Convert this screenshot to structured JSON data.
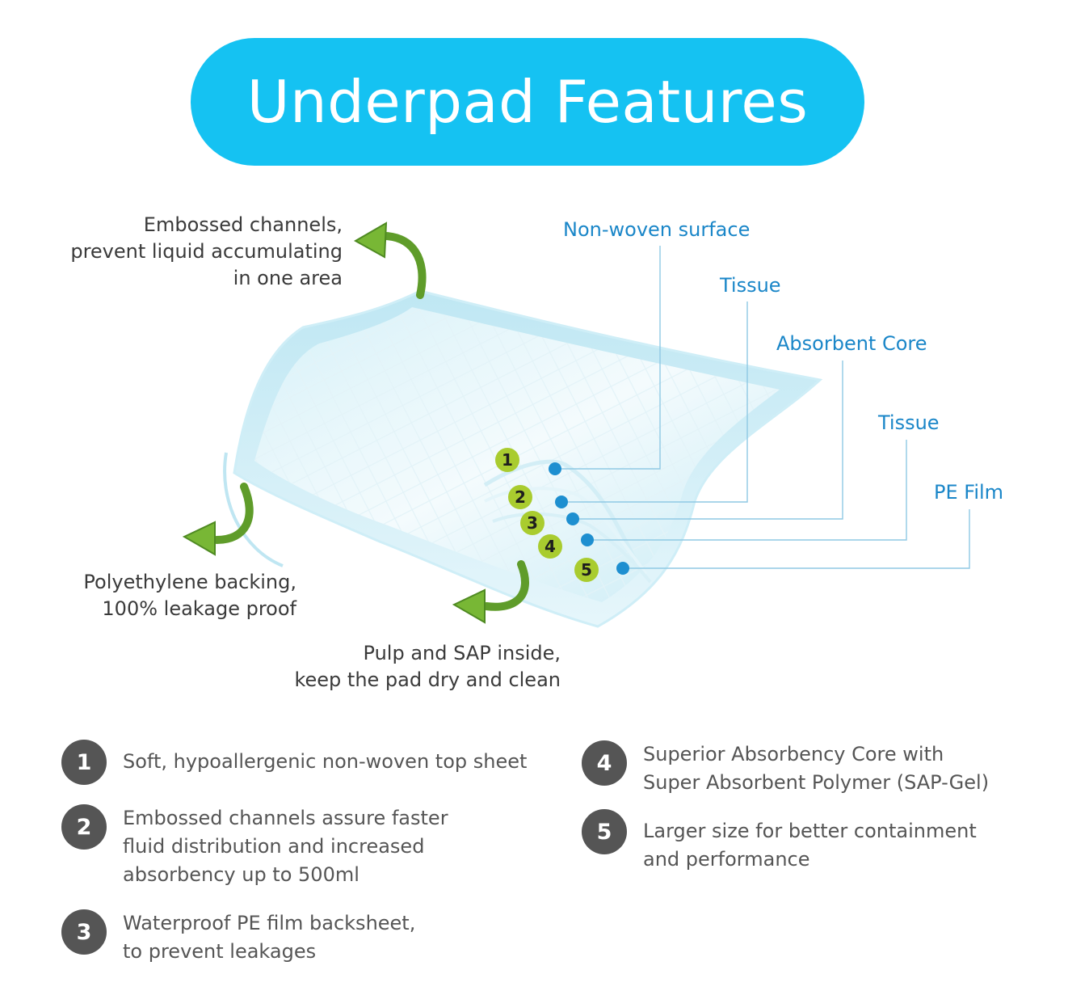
{
  "title": "Underpad Features",
  "callouts": {
    "embossed": [
      "Embossed channels,",
      "prevent liquid accumulating",
      "in one area"
    ],
    "backing": [
      "Polyethylene backing,",
      "100% leakage proof"
    ],
    "pulp": [
      "Pulp and SAP inside,",
      "keep the pad dry and clean"
    ]
  },
  "layers": [
    {
      "label": "Non-woven surface"
    },
    {
      "label": "Tissue"
    },
    {
      "label": "Absorbent Core"
    },
    {
      "label": "Tissue"
    },
    {
      "label": "PE Film"
    }
  ],
  "markers": [
    "1",
    "2",
    "3",
    "4",
    "5"
  ],
  "features": [
    {
      "number": "1",
      "lines": [
        "Soft, hypoallergenic non-woven top sheet"
      ]
    },
    {
      "number": "2",
      "lines": [
        "Embossed channels assure faster",
        "fluid distribution and increased",
        "absorbency up to 500ml"
      ]
    },
    {
      "number": "3",
      "lines": [
        "Waterproof PE film backsheet,",
        "to prevent leakages"
      ]
    },
    {
      "number": "4",
      "lines": [
        "Superior Absorbency Core with",
        "Super Absorbent Polymer (SAP-Gel)"
      ]
    },
    {
      "number": "5",
      "lines": [
        "Larger size for better containment",
        "and performance"
      ]
    }
  ],
  "colors": {
    "title_bg": "#15c2f2",
    "layer_label": "#1a86c8",
    "layer_dot": "#1e8fd0",
    "marker": "#a9cc2f",
    "arrow": "#5f9c2a",
    "badge": "#555555",
    "text": "#3a3a3a"
  }
}
